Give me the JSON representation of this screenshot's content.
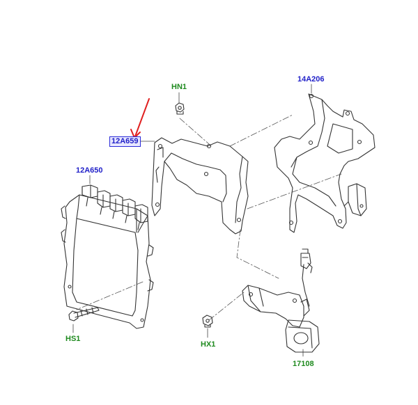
{
  "labels": {
    "hn1": "HN1",
    "a14206": "14A206",
    "a12659": "12A659",
    "a12650": "12A650",
    "hs1": "HS1",
    "hx1": "HX1",
    "p17108": "17108"
  },
  "colors": {
    "part_number": "#1f1fc8",
    "fastener": "#1e8a1e",
    "highlight_border": "#2a2ad8",
    "highlight_fill": "#e8e8ff",
    "pointer_arrow": "#e02020",
    "line_art": "#333333"
  }
}
